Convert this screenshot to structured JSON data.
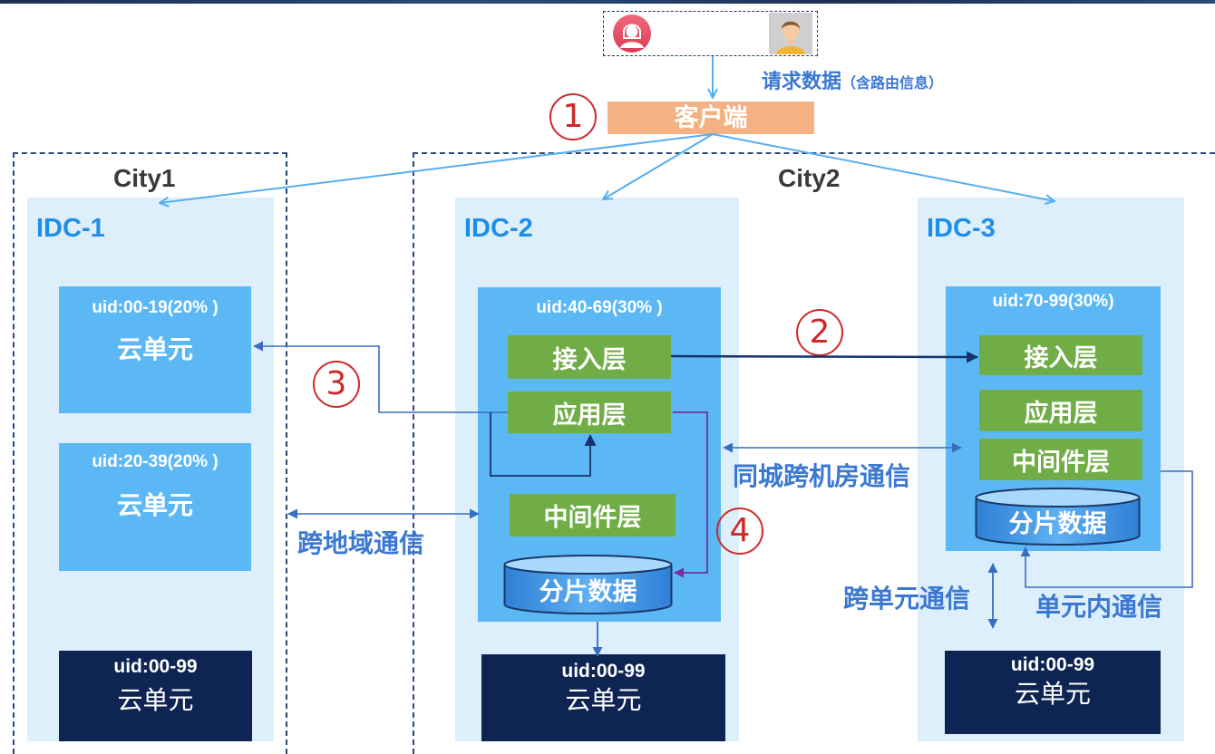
{
  "header": {
    "users": {
      "icons": [
        "female-user-icon",
        "user-avatar-icon"
      ]
    }
  },
  "request": {
    "label": "请求数据",
    "note": "（含路由信息）"
  },
  "client": {
    "label": "客户端"
  },
  "steps": [
    "1",
    "2",
    "3",
    "4"
  ],
  "cities": [
    {
      "name": "City1"
    },
    {
      "name": "City2"
    }
  ],
  "idc1": {
    "title": "IDC-1",
    "units": [
      {
        "uid": "uid:00-19(20% )",
        "label": "云单元"
      },
      {
        "uid": "uid:20-39(20% )",
        "label": "云单元"
      }
    ],
    "global_unit": {
      "uid": "uid:00-99",
      "label": "云单元"
    }
  },
  "idc2": {
    "title": "IDC-2",
    "unit": {
      "uid": "uid:40-69(30% )",
      "layers": [
        "接入层",
        "应用层",
        "中间件层"
      ],
      "storage": "分片数据"
    },
    "global_unit": {
      "uid": "uid:00-99",
      "label": "云单元"
    }
  },
  "idc3": {
    "title": "IDC-3",
    "unit": {
      "uid": "uid:70-99(30%)",
      "layers": [
        "接入层",
        "应用层",
        "中间件层"
      ],
      "storage": "分片数据"
    },
    "global_unit": {
      "uid": "uid:00-99",
      "label": "云单元"
    }
  },
  "links": {
    "same_city": "同城跨机房通信",
    "cross_region": "跨地域通信",
    "cross_unit": "跨单元通信",
    "intra_unit": "单元内通信"
  },
  "colors": {
    "idc_bg": "#ddeffb",
    "unit_bg": "#5cb8f5",
    "layer_bg": "#70ad47",
    "global_unit_bg": "#0e2553",
    "client_bg": "#f4b183",
    "label_blue": "#3b78d2",
    "idc_title": "#1e8fe8",
    "step_red": "#cc2a2a"
  }
}
